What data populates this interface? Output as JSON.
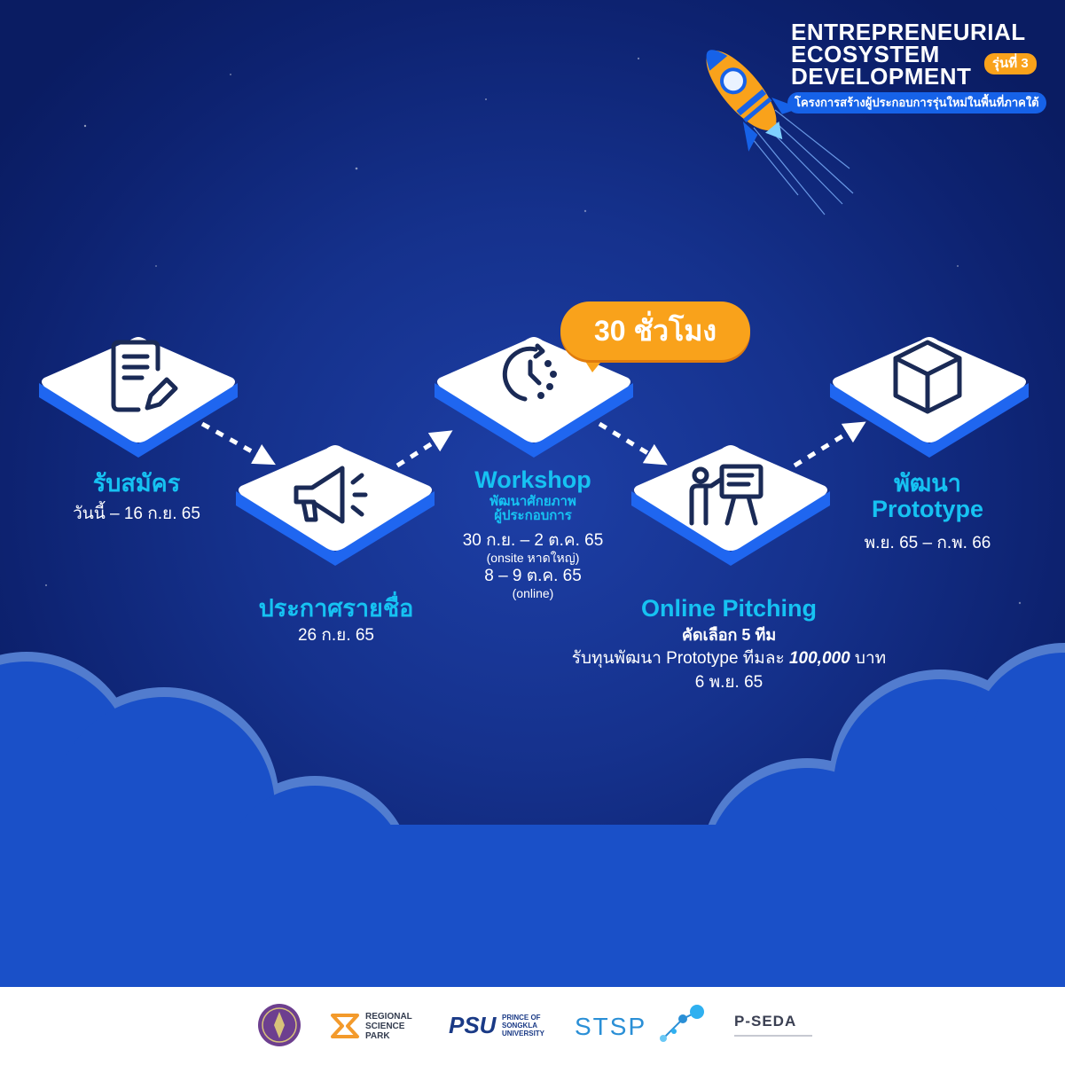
{
  "header": {
    "title_lines": [
      "ENTREPRENEURIAL",
      "ECOSYSTEM",
      "DEVELOPMENT"
    ],
    "round_badge": "รุ่นที่ 3",
    "tagline": "โครงการสร้างผู้ประกอบการรุ่นใหม่ในพื้นที่ภาคใต้"
  },
  "timeline": {
    "hours_badge": "30 ชั่วโมง",
    "steps": [
      {
        "title": "รับสมัคร",
        "date": "วันนี้ – 16 ก.ย. 65",
        "icon": "document-pen-icon"
      },
      {
        "title": "ประกาศรายชื่อ",
        "date": "26 ก.ย. 65",
        "icon": "megaphone-icon"
      },
      {
        "title": "Workshop",
        "subtitle_lines": [
          "พัฒนาศักยภาพ",
          "ผู้ประกอบการ"
        ],
        "date_onsite": "30 ก.ย. – 2 ต.ค. 65",
        "onsite_note": "(onsite หาดใหญ่)",
        "date_online": "8 – 9 ต.ค. 65",
        "online_note": "(online)",
        "icon": "clock-icon"
      },
      {
        "title": "Online Pitching",
        "selection": "คัดเลือก 5 ทีม",
        "funding_prefix": "รับทุนพัฒนา Prototype ทีมละ ",
        "funding_amount": "100,000",
        "funding_suffix": " บาท",
        "date": "6 พ.ย. 65",
        "icon": "presentation-board-icon"
      },
      {
        "title_lines": [
          "พัฒนา",
          "Prototype"
        ],
        "date": "พ.ย. 65 – ก.พ. 66",
        "icon": "box-icon"
      }
    ]
  },
  "footer": {
    "logos": [
      {
        "icon": "ministry-seal-icon"
      },
      {
        "icon": "regional-science-park-logo",
        "text_lines": [
          "REGIONAL",
          "SCIENCE",
          "PARK"
        ]
      },
      {
        "icon": "psu-logo",
        "mark": "PSU",
        "text_lines": [
          "PRINCE OF",
          "SONGKLA",
          "UNIVERSITY"
        ]
      },
      {
        "icon": "stsp-logo",
        "mark": "STSP"
      },
      {
        "icon": "pseda-logo",
        "mark": "P-SEDA"
      }
    ]
  },
  "colors": {
    "background": "#15318c",
    "cyan": "#16c2f2",
    "orange": "#f9a21b",
    "tile_side": "#1f66f0",
    "cloud": "#1a50c8",
    "icon_navy": "#1a2a56"
  }
}
